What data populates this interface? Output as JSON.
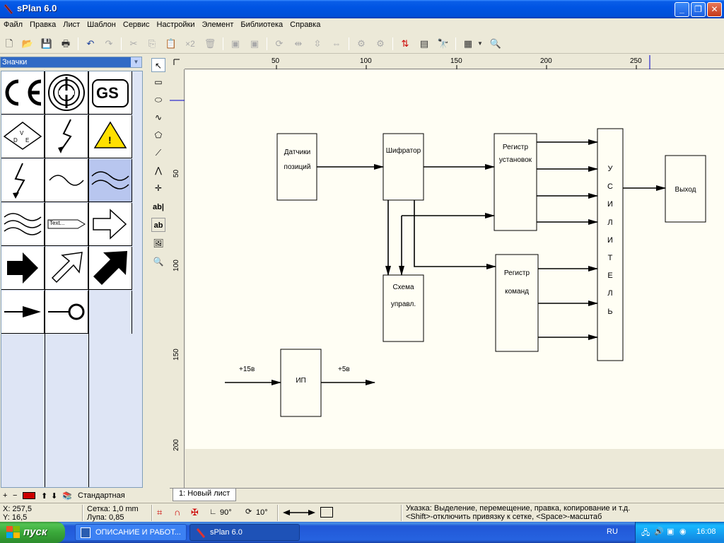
{
  "window": {
    "title": "sPlan 6.0"
  },
  "menu": [
    "Файл",
    "Правка",
    "Лист",
    "Шаблон",
    "Сервис",
    "Настройки",
    "Элемент",
    "Библиотека",
    "Справка"
  ],
  "toolbar": {
    "multiplier_label": "×2"
  },
  "library": {
    "selected": "Значки",
    "cell_text_label": "Text...",
    "footer_name": "Стандартная"
  },
  "ruler": {
    "top_labels": [
      "50",
      "100",
      "150",
      "200",
      "250"
    ],
    "left_labels": [
      "50",
      "100",
      "150",
      "200"
    ]
  },
  "diagram": {
    "blocks": {
      "sensors_line1": "Датчики",
      "sensors_line2": "позиций",
      "encoder": "Шифратор",
      "reg_settings_line1": "Регистр",
      "reg_settings_line2": "установок",
      "control_line1": "Схема",
      "control_line2": "управл.",
      "reg_commands_line1": "Регистр",
      "reg_commands_line2": "команд",
      "amplifier_letters": [
        "У",
        "С",
        "И",
        "Л",
        "И",
        "Т",
        "Е",
        "Л",
        "Ь"
      ],
      "output": "Выход",
      "power": "ИП"
    },
    "power_in_label": "+15в",
    "power_out_label": "+5в"
  },
  "sheet_tab": "1: Новый лист",
  "status": {
    "x": "X: 257,5",
    "y": "Y: 16,5",
    "grid": "Сетка:  1,0 mm",
    "zoom": "Лупа:   0,85",
    "angle1": "90°",
    "angle2": "10°",
    "hint_line1": "Указка: Выделение, перемещение, правка, копирование и т.д.",
    "hint_line2": "<Shift>-отключить привязку к сетке, <Space>-масштаб"
  },
  "taskbar": {
    "start": "пуск",
    "tasks": [
      "ОПИСАНИЕ И РАБОТ...",
      "sPlan 6.0"
    ],
    "lang": "RU",
    "clock": "16:08"
  }
}
